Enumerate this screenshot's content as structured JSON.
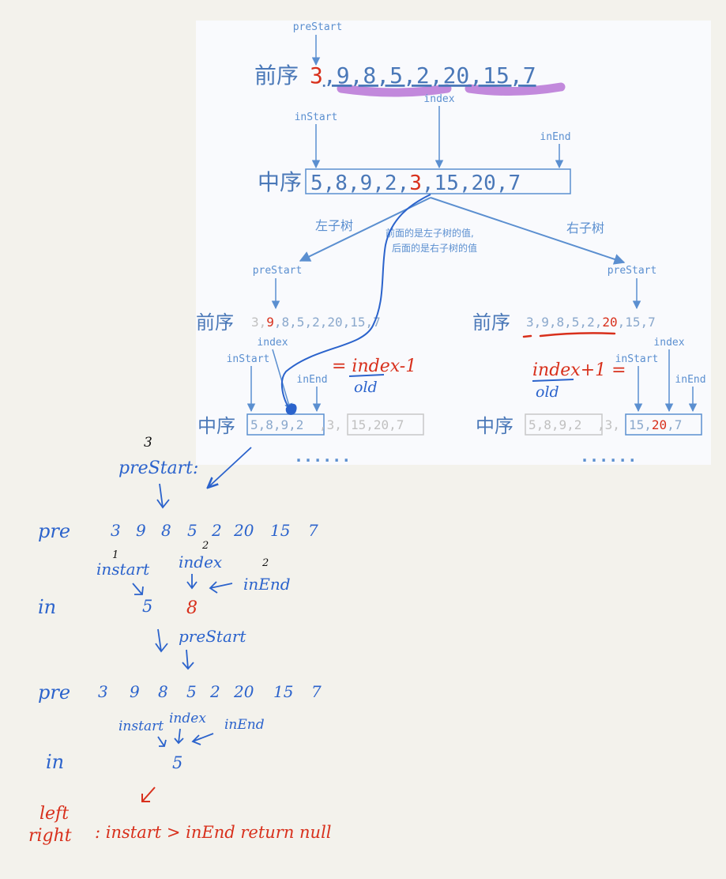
{
  "colors": {
    "accent_blue": "#5b8fd0",
    "dark_blue": "#4a78b8",
    "red": "#d8301c",
    "grey": "#c0c0c0",
    "purple": "#b874d6",
    "ink_blue": "#2b63cc",
    "ink_red": "#d8301c"
  },
  "top": {
    "prestart_label": "preStart",
    "pre_title": "前序",
    "pre_first": "3",
    "pre_rest": ",9,8,5,2,20,15,7",
    "index_label": "index",
    "instart_label": "inStart",
    "inend_label": "inEnd",
    "in_title": "中序",
    "in_left": "5,8,9,2,",
    "in_root": "3",
    "in_right": ",15,20,7"
  },
  "branches": {
    "left_label": "左子树",
    "right_label": "右子树",
    "note_line1": "前面的是左子树的值,",
    "note_line2": "后面的是右子树的值"
  },
  "left": {
    "prestart_label": "preStart",
    "pre_title": "前序",
    "pre_a": "3,",
    "pre_b": "9",
    "pre_c": ",8,5,2,20,15,7",
    "index_label": "index",
    "instart_label": "inStart",
    "inend_label": "inEnd",
    "in_title": "中序",
    "in_box": "5,8,9,2",
    "in_mid": ",3,",
    "in_grey": "15,20,7",
    "dots": "......",
    "eq_text": "= index-1",
    "old_text": "old"
  },
  "right": {
    "prestart_label": "preStart",
    "pre_title": "前序",
    "pre_a": "3,9,8,5,2,",
    "pre_b": "20",
    "pre_c": ",15,7",
    "index_label": "index",
    "instart_label": "inStart",
    "inend_label": "inEnd",
    "in_title": "中序",
    "in_grey": "5,8,9,2",
    "in_mid": ",3,",
    "in_box_a": "15,",
    "in_box_b": "20",
    "in_box_c": ",7",
    "dots": "......",
    "eq_text": "index+1 =",
    "old_text": "old"
  },
  "notes": {
    "num3": "3",
    "prestart1": "preStart:",
    "pre1_label": "pre",
    "pre_digits": [
      "3",
      "9",
      "8",
      "5",
      "2",
      "20",
      "15",
      "7"
    ],
    "num1": "1",
    "num2a": "2",
    "num2b": "2",
    "instart1": "instart",
    "index1": "index",
    "inend1": "inEnd",
    "in1_label": "in",
    "in1_a": "5",
    "in1_b": "8",
    "prestart2": "preStart",
    "pre2_label": "pre",
    "instart2": "instart",
    "index2": "index",
    "inend2": "inEnd",
    "in2_label": "in",
    "in2_a": "5",
    "left_word": "left",
    "right_word": "right",
    "cond": ": instart > inEnd   return null"
  }
}
